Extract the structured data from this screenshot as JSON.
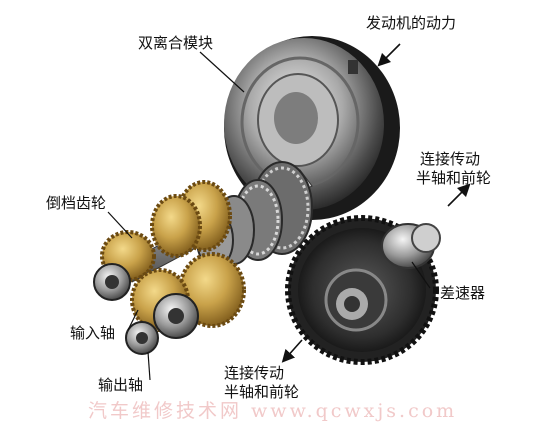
{
  "labels": {
    "engine_power": "发动机的动力",
    "dual_clutch_module": "双离合模块",
    "right_halfshaft": [
      "连接传动",
      "半轴和前轮"
    ],
    "reverse_gear": "倒档齿轮",
    "differential": "差速器",
    "input_shaft": "输入轴",
    "output_shaft": "输出轴",
    "left_halfshaft": [
      "连接传动",
      "半轴和前轮"
    ]
  },
  "watermark": "汽车维修技术网 www.qcwxjs.com",
  "colors": {
    "steel_dark": "#2b2b2b",
    "steel_mid": "#8a8a8a",
    "steel_light": "#d6d6d6",
    "brass": "#c9a24a",
    "brass_dark": "#8e6a22",
    "arrow": "#111111"
  }
}
